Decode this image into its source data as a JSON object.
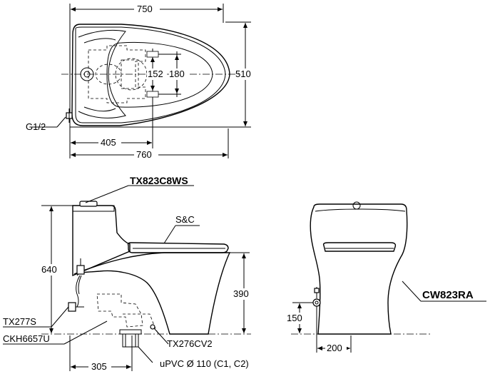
{
  "top_view": {
    "dim_overall_width": "750",
    "dim_depth": "510",
    "dim_inner_small": "152",
    "dim_inner_large": "180",
    "dim_rough_in": "405",
    "dim_total_length": "760",
    "label_supply": "G1/2"
  },
  "side_view": {
    "model_tank": "TX823C8WS",
    "label_seat": "S&C",
    "dim_height": "640",
    "dim_bowl_height": "390",
    "dim_rough_in": "305",
    "label_valve": "TX277S",
    "label_adaptor": "CKH6657U",
    "label_flange": "TX276CV2",
    "label_pipe": "uPVC Ø 110 (C1, C2)"
  },
  "front_view": {
    "model": "CW823RA",
    "dim_supply_height": "150",
    "dim_supply_offset": "200"
  }
}
